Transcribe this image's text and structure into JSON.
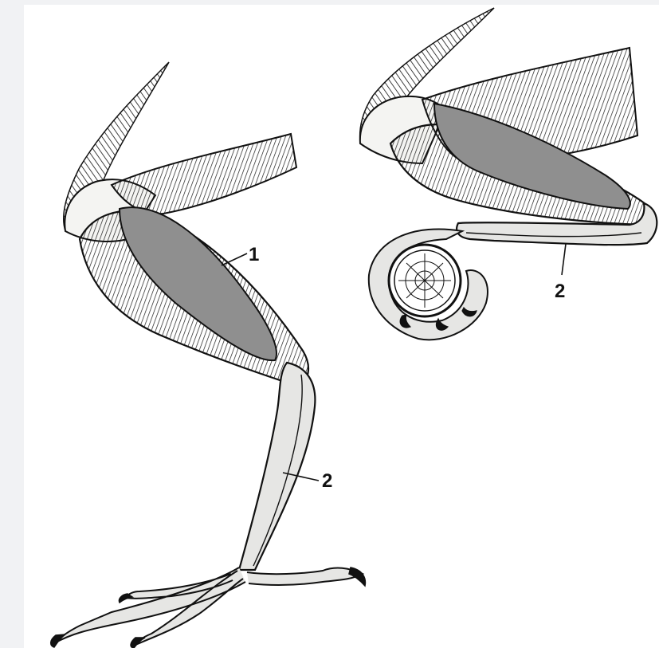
{
  "figure": {
    "panels": [
      {
        "id": "leg-standing",
        "labels": {
          "muscle": "1",
          "tendon": "2"
        }
      },
      {
        "id": "leg-perched",
        "labels": {
          "tendon": "2"
        }
      }
    ],
    "colors": {
      "background": "#f1f2f4",
      "paper": "#ffffff",
      "ink": "#111111",
      "muscle": "#8f8f8f",
      "bone": "#e6e6e4"
    }
  }
}
